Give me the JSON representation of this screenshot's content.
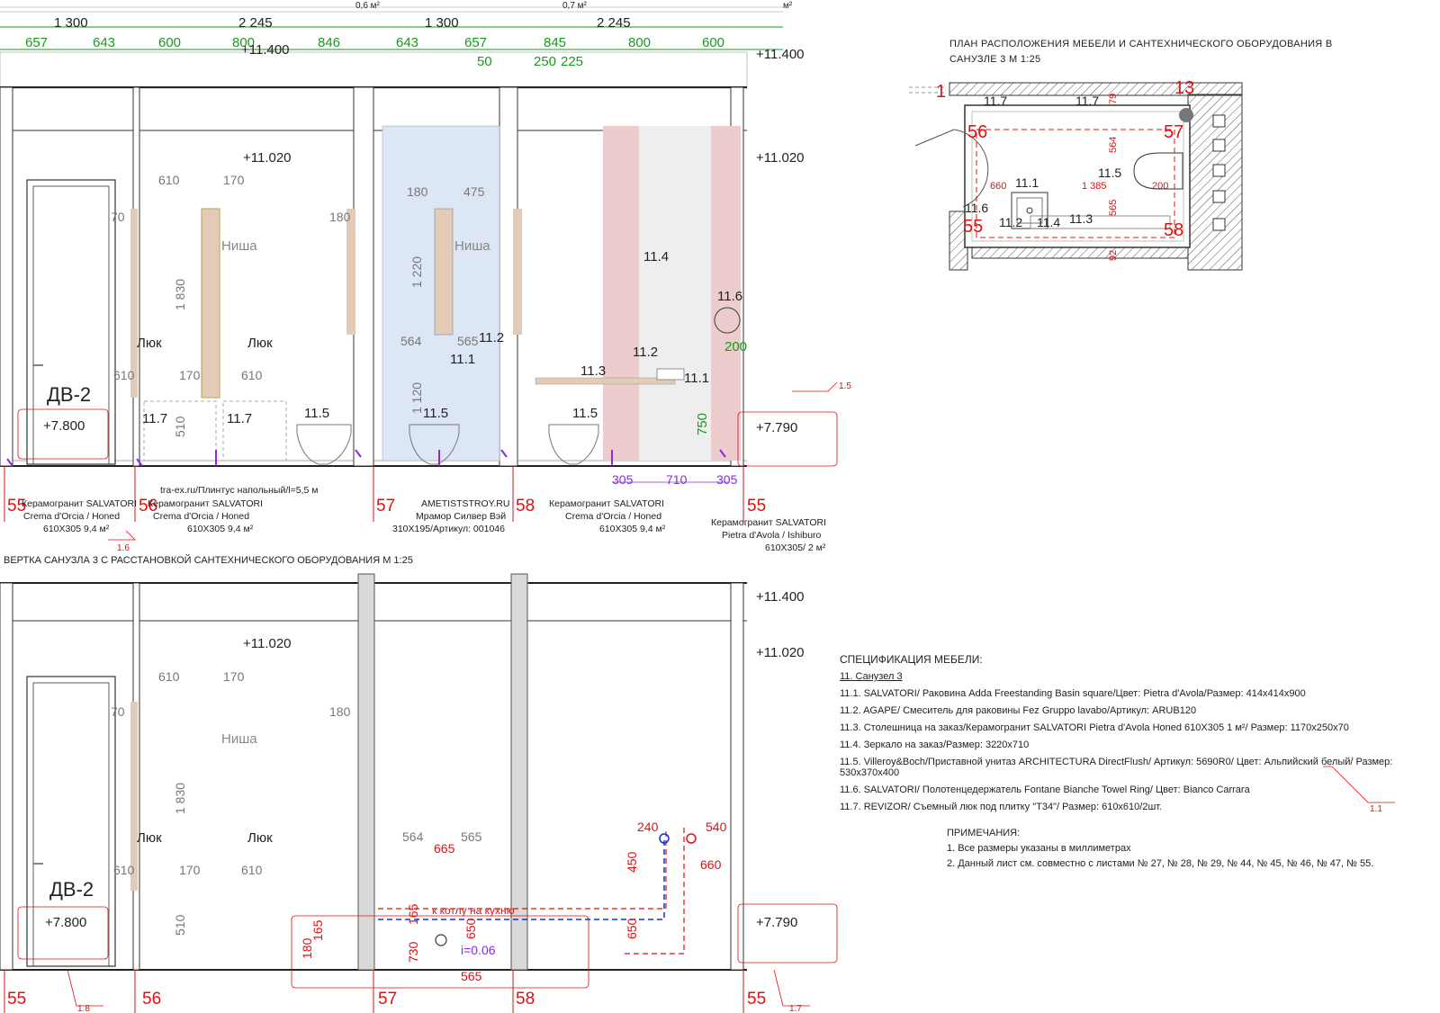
{
  "top_elevation": {
    "dims_top_black": [
      "1 300",
      "2 245",
      "1 300",
      "2 245"
    ],
    "areas": [
      "0,6 м²",
      "0,7 м²",
      "м²"
    ],
    "dims_green": [
      "657",
      "643",
      "600",
      "800",
      "846",
      "643",
      "657",
      "845",
      "800",
      "600"
    ],
    "dims_green_small": [
      "50",
      "250",
      "225",
      "200",
      "750"
    ],
    "levels": [
      "+11.400",
      "+11.400",
      "+11.020",
      "+11.020",
      "+7.800",
      "+7.790"
    ],
    "axes": [
      "55",
      "56",
      "57",
      "58",
      "55"
    ],
    "labels": [
      "ДВ-2",
      "Люк",
      "Люк",
      "Ниша",
      "Ниша",
      "11.7",
      "11.7",
      "11.5",
      "11.5",
      "11.5",
      "11.1",
      "11.2",
      "11.3",
      "11.4",
      "11.6",
      "11.1",
      "11.2"
    ],
    "dims_gray": [
      "610",
      "170",
      "70",
      "1 830",
      "610",
      "170",
      "610",
      "510",
      "180",
      "180",
      "475",
      "1 220",
      "564",
      "565",
      "1 120"
    ],
    "dims_purple": [
      "305",
      "710",
      "305"
    ],
    "tags": [
      "1.5",
      "1.6"
    ],
    "materials": [
      {
        "l1": "Керамогранит SALVATORI",
        "l2": "Crema d'Orcia / Honed",
        "l3": "610X305  9,4 м²"
      },
      {
        "l1": "tra-ex.ru/Плинтус напольный/l=5,5 м",
        "l2": "Керамогранит SALVATORI",
        "l3": "Crema d'Orcia / Honed",
        "l4": "610X305  9,4 м²"
      },
      {
        "l1": "AMETISTSTROY.RU",
        "l2": "Мрамор Силвер Вэй",
        "l3": "310X195/Артикул: 001046"
      },
      {
        "l1": "Керамогранит SALVATORI",
        "l2": "Crema d'Orcia / Honed",
        "l3": "610X305  9,4 м²"
      },
      {
        "l1": "Керамогранит SALVATORI",
        "l2": "Pietra d'Avola / Ishiburo",
        "l3": "610X305/ 2 м²"
      }
    ]
  },
  "section_title": "ВЕРТКА САНУЗЛА 3 С РАССТАНОВКОЙ САНТЕХНИЧЕСКОГО ОБОРУДОВАНИЯ М 1:25",
  "bottom_elevation": {
    "levels": [
      "+11.400",
      "+11.020",
      "+11.020",
      "+7.800",
      "+7.790"
    ],
    "axes": [
      "55",
      "56",
      "57",
      "58",
      "55"
    ],
    "labels": [
      "ДВ-2",
      "Люк",
      "Люк",
      "Ниша"
    ],
    "dims_gray": [
      "610",
      "170",
      "70",
      "1 830",
      "610",
      "170",
      "610",
      "510",
      "180",
      "564",
      "565"
    ],
    "dims_red": [
      "665",
      "240",
      "540",
      "450",
      "660",
      "165",
      "650",
      "180",
      "165",
      "730",
      "650",
      "565"
    ],
    "pipe_label": "к котлу на кухню",
    "slope": "i=0.06",
    "tags": [
      "1.8",
      "1.7"
    ]
  },
  "plan": {
    "title": "ПЛАН РАСПОЛОЖЕНИЯ МЕБЕЛИ И САНТЕХНИЧЕСКОГО ОБОРУДОВАНИЯ В САНУЗЛЕ 3  М 1:25",
    "axis_1": "1",
    "axis_13": "13",
    "axes_red": [
      "56",
      "57",
      "55",
      "58"
    ],
    "item_labels": [
      "11.7",
      "11.7",
      "11.5",
      "11.1",
      "11.6",
      "11.2",
      "11.4",
      "11.3"
    ],
    "dims_red": [
      "79",
      "564",
      "660",
      "1 385",
      "200",
      "565",
      "92"
    ]
  },
  "spec": {
    "heading": "СПЕЦИФИКАЦИЯ МЕБЕЛИ:",
    "subheading": "11. Санузел 3",
    "items": [
      "11.1. SALVATORI/ Раковина Adda Freestanding Basin square/Цвет: Pietra d'Avola/Размер: 414x414x900",
      "11.2. AGAPE/ Смеситель для раковины Fez Gruppo lavabo/Артикул: ARUB120",
      "11.3. Столешница на заказ/Керамогранит SALVATORI Pietra d'Avola Honed 610X305  1 м²/ Размер: 1170x250x70",
      "11.4. Зеркало на заказ/Размер: 3220x710",
      "11.5. Villeroy&Boch/Приставной унитаз ARCHITECTURA DirectFlush/ Артикул: 5690R0/ Цвет: Альпийский белый/ Размер: 530x370x400",
      "11.6. SALVATORI/ Полотенцедержатель Fontane Bianche Towel Ring/ Цвет: Bianco Carrara",
      "11.7. REVIZOR/ Съемный люк под плитку \"T34\"/ Размер: 610x610/2шт."
    ],
    "tag": "1.1"
  },
  "notes": {
    "heading": "ПРИМЕЧАНИЯ:",
    "items": [
      "1. Все размеры указаны в миллиметрах",
      "2. Данный лист см. совместно с листами  № 27, № 28, № 29, № 44, № 45, № 46, № 47, № 55."
    ]
  },
  "colors": {
    "dim_green": "#1a9a1a",
    "dim_red": "#e01010",
    "dim_gray": "#777777",
    "purple": "#8a2be2",
    "marble": "#dce6f5",
    "pink": "#eccccc",
    "wall": "#d9d9d9",
    "niche": "#e2cbb8",
    "pipe_blue": "#1030e0"
  }
}
